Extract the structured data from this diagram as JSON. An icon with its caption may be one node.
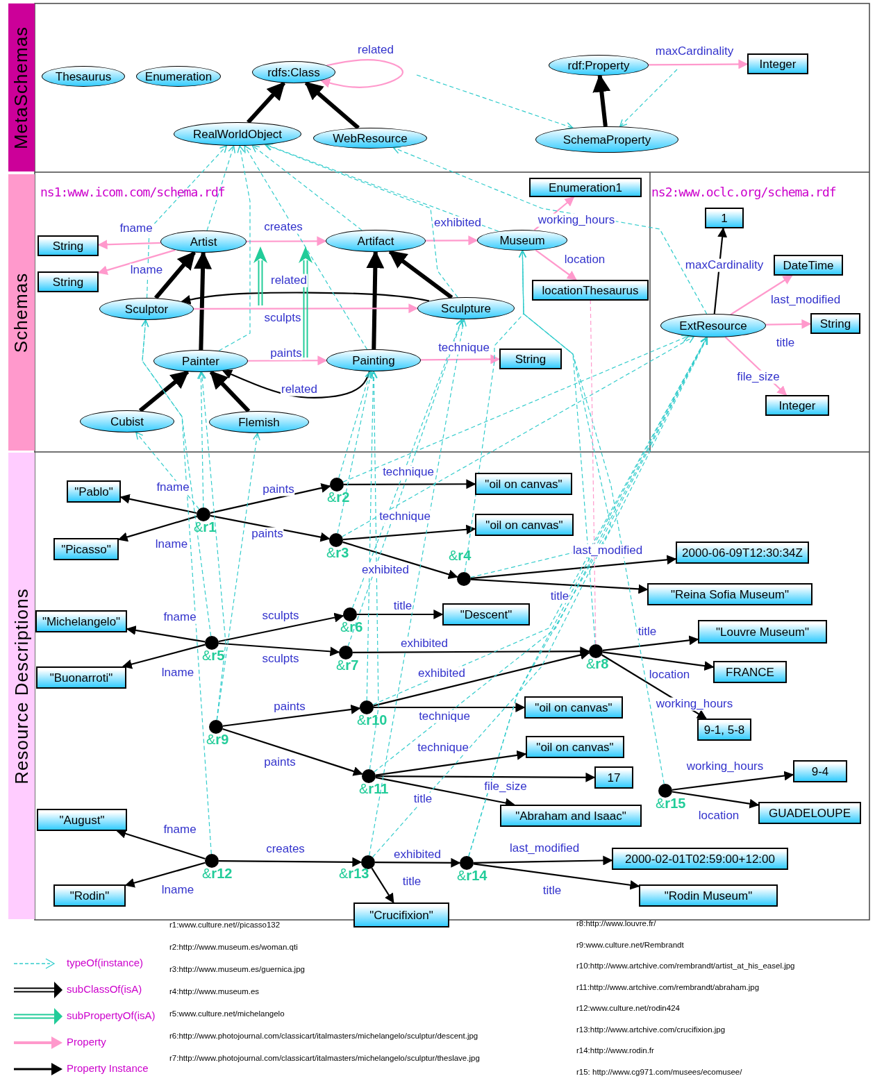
{
  "diagram": {
    "nodes": [
      {
        "text": [
          "MetaSchemas"
        ]
      },
      {
        "text": [
          "Thesaurus"
        ]
      },
      {
        "text": [
          "Enumeration"
        ]
      },
      {
        "text": [
          "rdfs:Class"
        ]
      },
      {
        "text": [
          "RealWorldObject"
        ]
      },
      {
        "text": [
          "WebResource"
        ]
      },
      {
        "text": [
          "rdf:Property"
        ]
      },
      {
        "text": [
          "Integer"
        ]
      },
      {
        "text": [
          "SchemaProperty"
        ]
      },
      {
        "text": [
          "Schemas"
        ]
      },
      {
        "text": [
          "String"
        ]
      },
      {
        "text": [
          "Artist"
        ]
      },
      {
        "text": [
          "Artifact"
        ]
      },
      {
        "text": [
          "Museum"
        ]
      },
      {
        "text": [
          "Enumeration1"
        ]
      },
      {
        "text": [
          "locationThesaurus"
        ]
      },
      {
        "text": [
          "String"
        ]
      },
      {
        "text": [
          "Sculptor"
        ]
      },
      {
        "text": [
          "Sculpture"
        ]
      },
      {
        "text": [
          "Painter"
        ]
      },
      {
        "text": [
          "Painting"
        ]
      },
      {
        "text": [
          "String"
        ]
      },
      {
        "text": [
          "Cubist"
        ]
      },
      {
        "text": [
          "Flemish"
        ]
      },
      {
        "text": [
          "1"
        ]
      },
      {
        "text": [
          "DateTime"
        ]
      },
      {
        "text": [
          "ExtResource"
        ]
      },
      {
        "text": [
          "String"
        ]
      },
      {
        "text": [
          "Integer"
        ]
      },
      {
        "text": [
          "Resource Descriptions"
        ]
      },
      {
        "text": [
          "\"Pablo\""
        ]
      },
      {
        "text": [
          "\"Picasso\""
        ]
      },
      {
        "text": [],
        "shape": "circle",
        "beside": [
          "&**r1**"
        ]
      },
      {
        "text": [],
        "shape": "circle",
        "beside": [
          "&**r2**"
        ]
      },
      {
        "text": [],
        "shape": "circle",
        "beside": [
          "&**r3**"
        ]
      },
      {
        "text": [
          "\"oil on canvas\""
        ]
      },
      {
        "text": [
          "\"oil on canvas\""
        ]
      },
      {
        "text": [],
        "shape": "circle",
        "beside": [
          "&**r4**"
        ]
      },
      {
        "text": [
          "2000-06-09T12:30:34Z"
        ]
      },
      {
        "text": [
          "\"Reina Sofia Museum\""
        ]
      },
      {
        "text": [
          "\"Michelangelo\""
        ]
      },
      {
        "text": [
          "\"Buonarroti\""
        ]
      },
      {
        "text": [],
        "shape": "circle",
        "beside": [
          "&**r5**"
        ]
      },
      {
        "text": [],
        "shape": "circle",
        "beside": [
          "&**r6**"
        ]
      },
      {
        "text": [],
        "shape": "circle",
        "beside": [
          "&**r7**"
        ]
      },
      {
        "text": [
          "\"Descent\""
        ]
      },
      {
        "text": [],
        "shape": "circle",
        "beside": [
          "&**r8**"
        ]
      },
      {
        "text": [
          "\"Louvre Museum\""
        ]
      },
      {
        "text": [
          "FRANCE"
        ]
      },
      {
        "text": [
          "9-1, 5-8"
        ]
      },
      {
        "text": [],
        "shape": "circle",
        "beside": [
          "&**r9**"
        ]
      },
      {
        "text": [],
        "shape": "circle",
        "beside": [
          "&**r10**"
        ]
      },
      {
        "text": [
          "\"oil on canvas\""
        ]
      },
      {
        "text": [
          "\"oil on canvas\""
        ]
      },
      {
        "text": [],
        "shape": "circle",
        "beside": [
          "&**r11**"
        ]
      },
      {
        "text": [
          "17"
        ]
      },
      {
        "text": [
          "\"Abraham and Isaac\""
        ]
      },
      {
        "text": [],
        "shape": "circle",
        "beside": [
          "&**r15**"
        ]
      },
      {
        "text": [
          "9-4"
        ]
      },
      {
        "text": [
          "GUADELOUPE"
        ]
      },
      {
        "text": [
          "\"August\""
        ]
      },
      {
        "text": [
          "\"Rodin\""
        ]
      },
      {
        "text": [],
        "shape": "circle",
        "beside": [
          "&**r12**"
        ]
      },
      {
        "text": [],
        "shape": "circle",
        "beside": [
          "&**r13**"
        ]
      },
      {
        "text": [],
        "shape": "circle",
        "beside": [
          "&**r14**"
        ]
      },
      {
        "text": [
          "2000-02-01T02:59:00+12:00"
        ]
      },
      {
        "text": [
          "\"Rodin Museum\""
        ]
      },
      {
        "text": [
          "\"Crucifixion\""
        ]
      }
    ],
    "edges": [
      {
        "from": 3,
        "to": 3,
        "arrow": "to",
        "label": "related",
        "color": "#ff99cc"
      },
      {
        "from": 6,
        "to": 7,
        "arrow": "to",
        "label": "maxCardinality",
        "color": "#ff99cc"
      },
      {
        "from": null,
        "to": 8,
        "arrow": "to",
        "style": "dashed",
        "color": "#33cccc"
      },
      {
        "from": null,
        "to": 8,
        "arrow": "to",
        "style": "dashed",
        "color": "#33cccc"
      },
      {
        "from": 4,
        "to": 3,
        "arrow": "to",
        "style": "thick"
      },
      {
        "from": 5,
        "to": 3,
        "arrow": "to",
        "style": "thick"
      },
      {
        "from": 8,
        "to": 6,
        "arrow": "to",
        "style": "thick"
      },
      {
        "from": 11,
        "to": 10,
        "arrow": "to",
        "label": "fname",
        "color": "#ff99cc"
      },
      {
        "from": 11,
        "to": 16,
        "arrow": "to",
        "label": "lname",
        "color": "#ff99cc"
      },
      {
        "from": 11,
        "to": 12,
        "arrow": "to",
        "label": "creates",
        "color": "#ff99cc"
      },
      {
        "from": 12,
        "to": 13,
        "arrow": "to",
        "label": "exhibited",
        "color": "#ff99cc"
      },
      {
        "from": 13,
        "to": 14,
        "arrow": "to",
        "label": "working_hours",
        "color": "#ff99cc"
      },
      {
        "from": 13,
        "to": 15,
        "arrow": "to",
        "label": "location",
        "color": "#ff99cc"
      },
      {
        "from": 17,
        "to": 11,
        "arrow": "to",
        "style": "thick"
      },
      {
        "from": 19,
        "to": 11,
        "arrow": "to",
        "style": "thick"
      },
      {
        "from": 18,
        "to": 12,
        "arrow": "to",
        "style": "thick"
      },
      {
        "from": 20,
        "to": 12,
        "arrow": "to",
        "style": "thick"
      },
      {
        "from": 18,
        "to": 17,
        "arrow": "to",
        "label": "related"
      },
      {
        "from": 17,
        "to": 18,
        "arrow": "to",
        "label": "sculpts",
        "color": "#ff99cc"
      },
      {
        "from": 19,
        "to": 20,
        "arrow": "to",
        "label": "paints",
        "color": "#ff99cc"
      },
      {
        "from": 20,
        "to": 21,
        "arrow": "to",
        "label": "technique",
        "color": "#ff99cc"
      },
      {
        "from": 20,
        "to": 19,
        "arrow": "to",
        "label": "related"
      },
      {
        "from": 22,
        "to": 19,
        "arrow": "to",
        "style": "thick"
      },
      {
        "from": 23,
        "to": 19,
        "arrow": "to",
        "style": "thick"
      },
      {
        "from": 26,
        "to": 24,
        "arrow": "to",
        "label": "maxCardinality"
      },
      {
        "from": 26,
        "to": 25,
        "arrow": "to",
        "label": "last_modified",
        "color": "#ff99cc"
      },
      {
        "from": 26,
        "to": 27,
        "arrow": "to",
        "label": "title",
        "color": "#ff99cc"
      },
      {
        "from": 26,
        "to": 28,
        "arrow": "to",
        "label": "file_size",
        "color": "#ff99cc"
      },
      {
        "from": 11,
        "to": 4,
        "arrow": "to",
        "style": "dashed",
        "color": "#33cccc"
      },
      {
        "from": 12,
        "to": 4,
        "arrow": "to",
        "style": "dashed",
        "color": "#33cccc"
      },
      {
        "from": 13,
        "to": 4,
        "arrow": "to",
        "style": "dashed",
        "color": "#33cccc"
      },
      {
        "from": 17,
        "to": 4,
        "arrow": "to",
        "style": "dashed",
        "color": "#33cccc"
      },
      {
        "from": 19,
        "to": 4,
        "arrow": "to",
        "style": "dashed",
        "color": "#33cccc"
      },
      {
        "from": 18,
        "to": 4,
        "arrow": "to",
        "style": "dashed",
        "color": "#33cccc"
      },
      {
        "from": 20,
        "to": 4,
        "arrow": "to",
        "style": "dashed",
        "color": "#33cccc"
      },
      {
        "from": 26,
        "to": 5,
        "arrow": "to",
        "style": "dashed",
        "color": "#33cccc"
      },
      {
        "from": 32,
        "to": 30,
        "arrow": "to",
        "label": "fname"
      },
      {
        "from": 32,
        "to": 31,
        "arrow": "to",
        "label": "lname"
      },
      {
        "from": 32,
        "to": 33,
        "arrow": "to",
        "label": "paints"
      },
      {
        "from": 32,
        "to": 34,
        "arrow": "to",
        "label": "paints"
      },
      {
        "from": 33,
        "to": 35,
        "arrow": "to",
        "label": "technique"
      },
      {
        "from": 34,
        "to": 36,
        "arrow": "to",
        "label": "technique"
      },
      {
        "from": 34,
        "to": 37,
        "arrow": "to",
        "label": "exhibited"
      },
      {
        "from": 37,
        "to": 38,
        "arrow": "to",
        "label": "last_modified"
      },
      {
        "from": 37,
        "to": 39,
        "arrow": "to",
        "label": "title"
      },
      {
        "from": 42,
        "to": 40,
        "arrow": "to",
        "label": "fname"
      },
      {
        "from": 42,
        "to": 41,
        "arrow": "to",
        "label": "lname"
      },
      {
        "from": 42,
        "to": 43,
        "arrow": "to",
        "label": "sculpts"
      },
      {
        "from": 42,
        "to": 44,
        "arrow": "to",
        "label": "sculpts"
      },
      {
        "from": 43,
        "to": 45,
        "arrow": "to",
        "label": "title"
      },
      {
        "from": 44,
        "to": 46,
        "arrow": "to",
        "label": "exhibited"
      },
      {
        "from": 51,
        "to": 46,
        "arrow": "to",
        "label": "exhibited"
      },
      {
        "from": 46,
        "to": 47,
        "arrow": "to",
        "label": "title"
      },
      {
        "from": 46,
        "to": 48,
        "arrow": "to",
        "label": "location"
      },
      {
        "from": 46,
        "to": 49,
        "arrow": "to",
        "label": "working_hours"
      },
      {
        "from": 50,
        "to": 51,
        "arrow": "to",
        "label": "paints"
      },
      {
        "from": 50,
        "to": 54,
        "arrow": "to",
        "label": "paints"
      },
      {
        "from": 51,
        "to": 52,
        "arrow": "to",
        "label": "technique"
      },
      {
        "from": 54,
        "to": 53,
        "arrow": "to",
        "label": "technique"
      },
      {
        "from": 54,
        "to": 55,
        "arrow": "to",
        "label": "file_size"
      },
      {
        "from": 54,
        "to": 56,
        "arrow": "to",
        "label": "title"
      },
      {
        "from": 57,
        "to": 58,
        "arrow": "to",
        "label": "working_hours"
      },
      {
        "from": 57,
        "to": 59,
        "arrow": "to",
        "label": "location"
      },
      {
        "from": 62,
        "to": 60,
        "arrow": "to",
        "label": "fname"
      },
      {
        "from": 62,
        "to": 61,
        "arrow": "to",
        "label": "lname"
      },
      {
        "from": 62,
        "to": 63,
        "arrow": "to",
        "label": "creates"
      },
      {
        "from": 63,
        "to": 64,
        "arrow": "to",
        "label": "exhibited"
      },
      {
        "from": 63,
        "to": 67,
        "arrow": "to",
        "label": "title"
      },
      {
        "from": 64,
        "to": 65,
        "arrow": "to",
        "label": "last_modified"
      },
      {
        "from": 64,
        "to": 66,
        "arrow": "to",
        "label": "title"
      },
      {
        "from": 32,
        "to": 19,
        "arrow": "to",
        "style": "dashed",
        "color": "#33cccc"
      },
      {
        "from": 32,
        "to": 22,
        "arrow": "to",
        "style": "dashed",
        "color": "#33cccc"
      },
      {
        "from": 42,
        "to": 17,
        "arrow": "to",
        "style": "dashed",
        "color": "#33cccc"
      },
      {
        "from": 50,
        "to": 19,
        "arrow": "to",
        "style": "dashed",
        "color": "#33cccc"
      },
      {
        "from": 50,
        "to": 23,
        "arrow": "to",
        "style": "dashed",
        "color": "#33cccc"
      },
      {
        "from": 62,
        "to": 17,
        "arrow": "to",
        "style": "dashed",
        "color": "#33cccc"
      },
      {
        "from": 33,
        "to": 20,
        "arrow": "to",
        "style": "dashed",
        "color": "#33cccc"
      },
      {
        "from": 34,
        "to": 20,
        "arrow": "to",
        "style": "dashed",
        "color": "#33cccc"
      },
      {
        "from": 43,
        "to": 18,
        "arrow": "to",
        "style": "dashed",
        "color": "#33cccc"
      },
      {
        "from": 44,
        "to": 18,
        "arrow": "to",
        "style": "dashed",
        "color": "#33cccc"
      },
      {
        "from": 51,
        "to": 20,
        "arrow": "to",
        "style": "dashed",
        "color": "#33cccc"
      },
      {
        "from": 54,
        "to": 20,
        "arrow": "to",
        "style": "dashed",
        "color": "#33cccc"
      },
      {
        "from": 63,
        "to": 18,
        "arrow": "to",
        "style": "dashed",
        "color": "#33cccc"
      },
      {
        "from": 37,
        "to": 13,
        "arrow": "to",
        "style": "dashed",
        "color": "#33cccc"
      },
      {
        "from": 46,
        "to": 13,
        "arrow": "to",
        "style": "dashed",
        "color": "#33cccc"
      },
      {
        "from": 64,
        "to": 13,
        "arrow": "to",
        "style": "dashed",
        "color": "#33cccc"
      },
      {
        "from": 57,
        "to": 13,
        "arrow": "to",
        "style": "dashed",
        "color": "#33cccc"
      },
      {
        "from": 33,
        "to": 26,
        "arrow": "to",
        "style": "dashed",
        "color": "#33cccc"
      },
      {
        "from": 34,
        "to": 26,
        "arrow": "to",
        "style": "dashed",
        "color": "#33cccc"
      },
      {
        "from": 37,
        "to": 26,
        "arrow": "to",
        "style": "dashed",
        "color": "#33cccc"
      },
      {
        "from": 51,
        "to": 26,
        "arrow": "to",
        "style": "dashed",
        "color": "#33cccc"
      },
      {
        "from": 54,
        "to": 26,
        "arrow": "to",
        "style": "dashed",
        "color": "#33cccc"
      },
      {
        "from": 64,
        "to": 26,
        "arrow": "to",
        "style": "dashed",
        "color": "#33cccc"
      },
      {
        "from": 63,
        "to": 26,
        "arrow": "to",
        "style": "dashed",
        "color": "#33cccc"
      },
      {
        "from": 46,
        "to": 15,
        "arrow": "none",
        "style": "dashed",
        "color": "#ff99cc"
      }
    ],
    "labels": [
      "ns1:www.icom.com/schema.rdf",
      "ns2:www.oclc.org/schema.rdf",
      "r1:www.culture.net//picasso132",
      "r2:http://www.museum.es/woman.qti",
      "r3:http://www.museum.es/guernica.jpg",
      "r4:http://www.museum.es",
      "r5:www.culture.net/michelangelo",
      "r6:http://www.photojournal.com/classicart/italmasters/michelangelo/sculptur/descent.jpg",
      "r7:http://www.photojournal.com/classicart/italmasters/michelangelo/sculptur/theslave.jpg",
      "r8:http://www.louvre.fr/",
      "r9:www.culture.net/Rembrandt",
      "r10:http://www.artchive.com/rembrandt/artist_at_his_easel.jpg",
      "r11:http://www.artchive.com/rembrandt/abraham.jpg",
      "r12:www.culture.net/rodin424",
      "r13:http://www.artchive.com/crucifixion.jpg",
      "r14:http://www.rodin.fr",
      "r15: http://www.cg971.com/musees/ecomusee/"
    ],
    "legend": [
      {
        "text": "typeOf(instance)"
      },
      {
        "text": "subClassOf(isA)"
      },
      {
        "text": "subPropertyOf(isA)"
      },
      {
        "text": "Property"
      },
      {
        "text": "Property Instance"
      }
    ]
  }
}
